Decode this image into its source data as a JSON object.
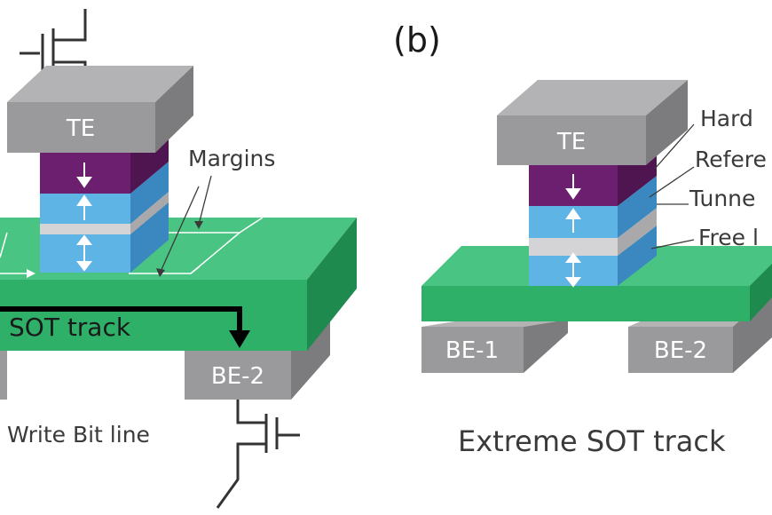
{
  "panel_b_label": "(b)",
  "left_panel": {
    "top_electrode": "TE",
    "margins_label": "Margins",
    "sot_track_label": "SOT track",
    "bottom_electrode_2": "BE-2",
    "write_bit_line_label": "Write Bit line"
  },
  "right_panel": {
    "top_electrode": "TE",
    "bottom_electrode_1": "BE-1",
    "bottom_electrode_2": "BE-2",
    "caption": "Extreme SOT track",
    "layer_labels": [
      "Hard",
      "Refere",
      "Tunne",
      "Free l"
    ]
  },
  "colors": {
    "electrode": "#9a9a9c",
    "hard_layer": "#6b1f6e",
    "magnetic_layer": "#5fb4e6",
    "tunnel_barrier": "#d4d4d6",
    "sot_track": "#2fb069",
    "text": "#3a3a3a"
  }
}
